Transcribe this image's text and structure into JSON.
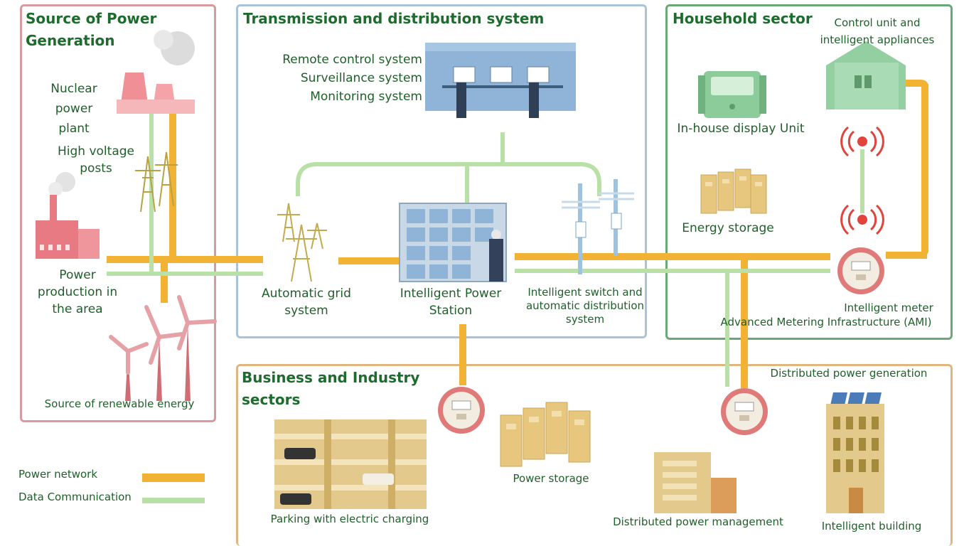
{
  "sections": {
    "source": "Source of Power Generation",
    "transmission": "Transmission and distribution system",
    "household": "Household sector",
    "business": "Business and Industry sectors"
  },
  "labels": {
    "nuclear": "Nuclear power plant",
    "hv_posts": "High voltage posts",
    "power_area": "Power production in the area",
    "renewable": "Source of renewable energy",
    "control_systems": [
      "Remote control system",
      "Surveillance system",
      "Monitoring system"
    ],
    "auto_grid": "Automatic grid system",
    "power_station": "Intelligent Power Station",
    "switch": "Intelligent switch and automatic distribution system",
    "control_unit": "Control unit and intelligent appliances",
    "display_unit": "In-house display Unit",
    "energy_storage": "Energy storage",
    "meter": "Intelligent meter",
    "ami": "Advanced Metering Infrastructure (AMI)",
    "dist_generation": "Distributed power generation",
    "parking": "Parking with electric charging",
    "power_storage": "Power storage",
    "dist_management": "Distributed power management",
    "building": "Intelligent building"
  },
  "legend": {
    "power": "Power network",
    "data": "Data Communication"
  },
  "colors": {
    "power_line": "#f2b233",
    "data_line": "#b9e0a6",
    "source_border": "#d99a9f",
    "transmission_border": "#a9c3d9",
    "household_border": "#6aa878",
    "business_border": "#e0b57e",
    "title_text": "#1e6b2e"
  }
}
